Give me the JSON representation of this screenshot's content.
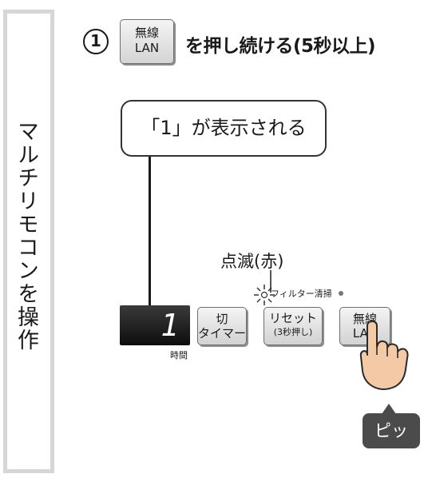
{
  "side_title": "マルチリモコンを操作",
  "step": {
    "number": "1",
    "key_top": "無線",
    "key_bottom": "LAN",
    "instruction": "を押し続ける(5秒以上)"
  },
  "callout": "「1」が表示される",
  "blink_label": "点滅(赤)",
  "indicator_label": "フィルター清掃",
  "display": {
    "digit": "1",
    "caption": "時間"
  },
  "buttons": {
    "timer": [
      "切",
      "タイマー"
    ],
    "reset": [
      "リセット",
      "(3秒押し)"
    ],
    "lan": [
      "無線",
      "LAN"
    ]
  },
  "beep": "ピッ",
  "colors": {
    "panel_border": "#d6d6d6",
    "display_bg": "#111111",
    "beep_bg": "#4b4b4b",
    "hand": "#f3c9a6"
  },
  "icons": [
    "blink-burst-icon",
    "pressing-hand-icon"
  ]
}
